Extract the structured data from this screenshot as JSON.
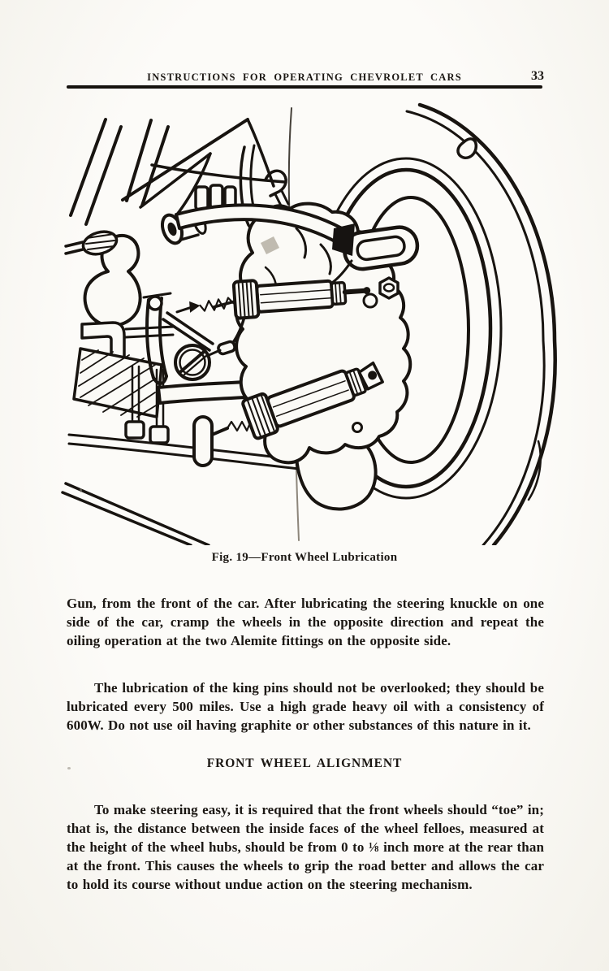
{
  "colors": {
    "ink": "#181410",
    "paper": "#fbfaf6"
  },
  "header": {
    "title": "INSTRUCTIONS FOR OPERATING CHEVROLET CARS",
    "page_number": "33"
  },
  "figure": {
    "caption": "Fig. 19—Front Wheel Lubrication"
  },
  "content": {
    "paragraph_1": "Gun, from the front of the car.  After lubricating the steering knuckle on one side of the car, cramp the wheels in the opposite direction and repeat the oiling operation at the two Alemite fittings on the opposite side.",
    "paragraph_2": "The lubrication of the king pins should not be overlooked; they should be lubricated every 500 miles.  Use a high grade heavy oil with a consistency of 600W. Do not use oil having graphite or other substances of this nature in it.",
    "section_heading": "FRONT WHEEL ALIGNMENT",
    "paragraph_3": "To make steering easy, it is required that the front wheels should “toe” in; that is, the distance between the inside faces of the wheel felloes, measured at the height of the wheel hubs, should be from 0 to ⅛ inch more at the rear than at the front.  This causes the wheels to grip the road better and allows the car to hold its course without undue action on the steering mechanism."
  }
}
